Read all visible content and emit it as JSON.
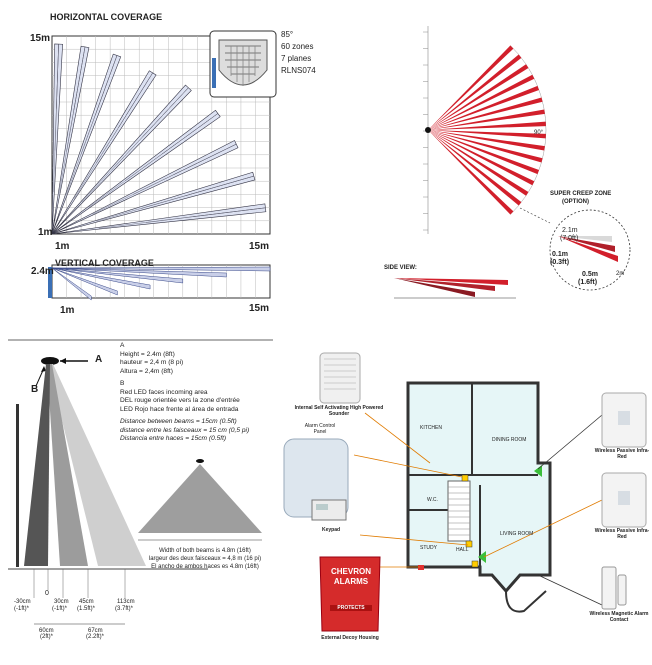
{
  "horizontal_coverage": {
    "title": "HORIZONTAL COVERAGE",
    "y_top_label": "15m",
    "y_bottom_label": "1m",
    "x_left_label": "1m",
    "x_right_label": "15m",
    "spec_lines": [
      "85°",
      "60 zones",
      "7 planes",
      "RLNS074"
    ],
    "vertical_title": "VERTICAL COVERAGE",
    "v_height_label": "2.4m",
    "v_x_left_label": "1m",
    "v_x_right_label": "15m"
  },
  "fan_pattern": {
    "angle_label": "90°",
    "side_view_label": "SIDE VIEW:",
    "creep_title": "SUPER CREEP ZONE",
    "creep_subtitle": "(OPTION)",
    "creep_height": "2.1m",
    "creep_height_ft": "(7.0ft)",
    "creep_low": "0.1m",
    "creep_low_ft": "(0.3ft)",
    "creep_dist": "0.5m",
    "creep_dist_ft": "(1.6ft)",
    "creep_far": "2m"
  },
  "beam_detector": {
    "label_a": "A",
    "label_b": "B",
    "a_lines": [
      "A",
      "Height = 2.4m (8ft)",
      "hauteur = 2,4 m (8 pi)",
      "Altura = 2,4m (8ft)"
    ],
    "b_lines": [
      "B",
      "Red LED faces incoming area",
      "DEL rouge orientée vers la zone d'entrée",
      "LED Rojo hace frente al área de entrada"
    ],
    "spacing_lines": [
      "Distance between beams = 15cm (0.5ft)",
      "distance entre les faisceaux = 15 cm (0,5 pi)",
      "Distancia entre haces = 15cm (0.5ft)"
    ],
    "width_lines": [
      "Width of both beams is 4.8m (16ft)",
      "largeur des deux faisceaux = 4,8 m (16 pi)",
      "El ancho de ambos haces es 4.8m (16ft)"
    ],
    "zero_label": "0",
    "ticks": [
      {
        "m": "-30cm",
        "ft": "(-1ft)*"
      },
      {
        "m": "30cm",
        "ft": "(-1ft)*"
      },
      {
        "m": "45cm",
        "ft": "(1.5ft)*"
      },
      {
        "m": "113cm",
        "ft": "(3.7ft)*"
      }
    ],
    "spans": [
      {
        "m": "60cm",
        "ft": "(2ft)*"
      },
      {
        "m": "67cm",
        "ft": "(2.2ft)*"
      }
    ]
  },
  "floorplan": {
    "rooms": [
      "KITCHEN",
      "DINING ROOM",
      "LIVING ROOM",
      "STUDY",
      "HALL",
      "W.C."
    ],
    "devices": [
      {
        "name": "Internal Self Activating High Powered Sounder"
      },
      {
        "name": "Alarm Control Panel"
      },
      {
        "name": "Keypad"
      },
      {
        "name": "External Decoy Housing"
      },
      {
        "name": "Wireless Passive Infra-Red"
      },
      {
        "name": "Wireless Passive Infra-Red"
      },
      {
        "name": "Wireless Magnetic Alarm Contact"
      }
    ],
    "brand_line1": "CHEVRON",
    "brand_line2": "ALARMS",
    "brand_line3": "PROTECTS"
  }
}
